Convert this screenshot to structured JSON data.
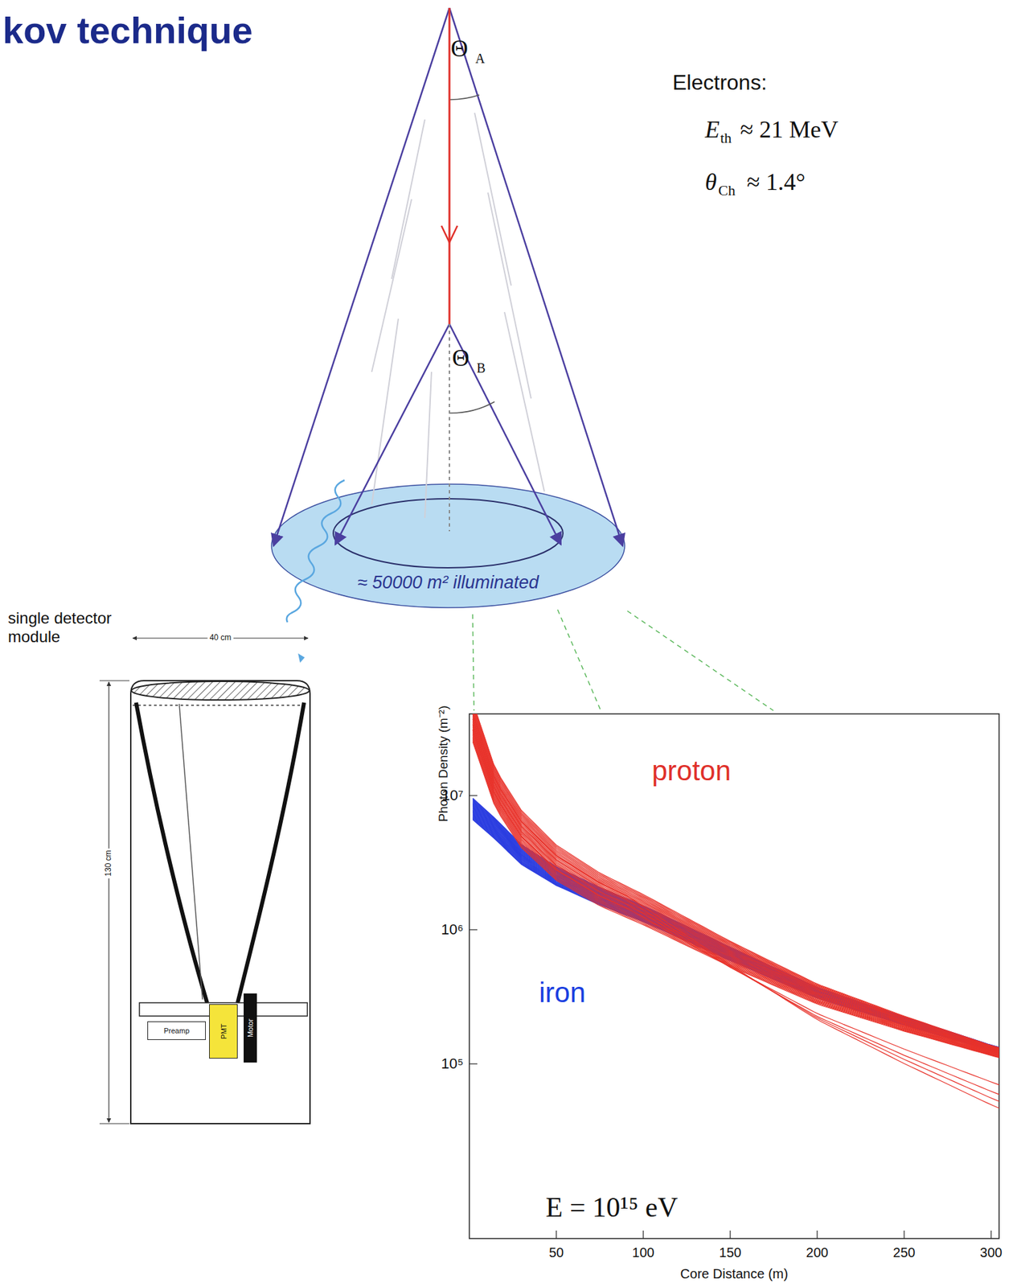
{
  "diagram": {
    "title": "kov technique",
    "nodes": [
      {
        "text": [
          "Preamp"
        ]
      },
      {
        "text": [
          "PMT"
        ]
      },
      {
        "text": [
          "Motor"
        ]
      }
    ],
    "labels": [
      "Θ",
      "A",
      "Θ",
      "B",
      "Electrons:",
      "E",
      "th",
      "≈ 21 MeV",
      "θ",
      "Ch",
      "≈ 1.4°",
      "≈ 50000 m² illuminated",
      "single detector module",
      "40 cm",
      "130 cm",
      "Photon Density (m⁻²)",
      "10⁷",
      "10⁶",
      "10⁵",
      "proton",
      "iron",
      "E = 10¹⁵ eV",
      "50",
      "100",
      "150",
      "200",
      "250",
      "300",
      "Core Distance (m)"
    ]
  }
}
